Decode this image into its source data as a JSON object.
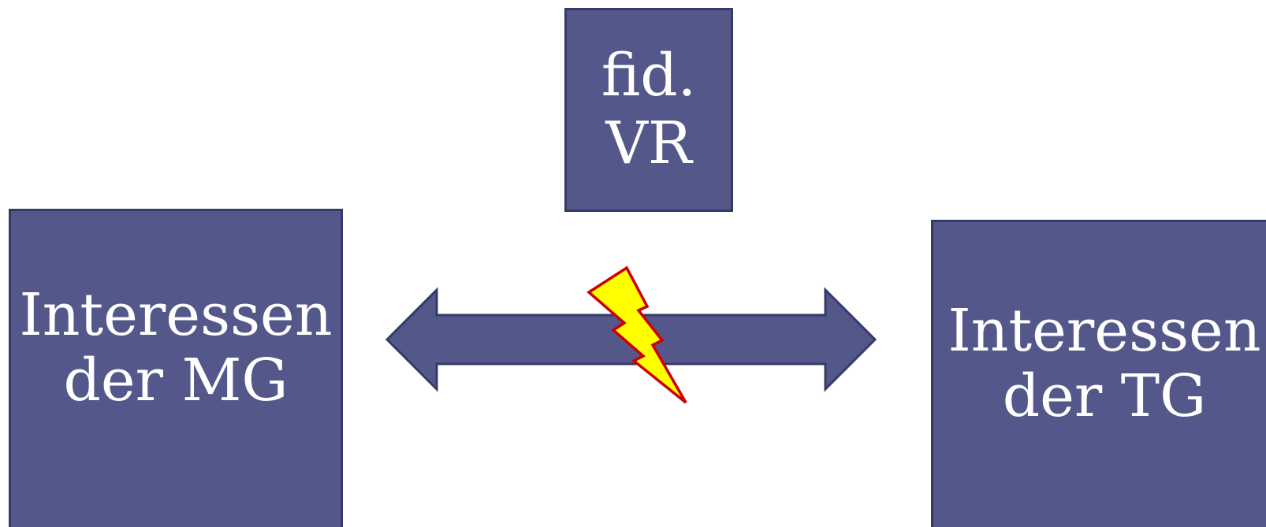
{
  "diagram": {
    "fill_color": "#54578a",
    "border_color": "#363a66",
    "text_color": "#ffffff",
    "nodes": {
      "top": {
        "lines": [
          "fid.",
          "VR"
        ]
      },
      "left": {
        "lines": [
          "Interessen",
          "der MG"
        ]
      },
      "right": {
        "lines": [
          "Interessen",
          "der TG"
        ]
      }
    },
    "connector": {
      "type": "double-headed-arrow",
      "between": [
        "left",
        "right"
      ],
      "marker": "lightning-bolt-icon",
      "marker_fill": "#ffff00",
      "marker_stroke": "#cc0000"
    }
  }
}
